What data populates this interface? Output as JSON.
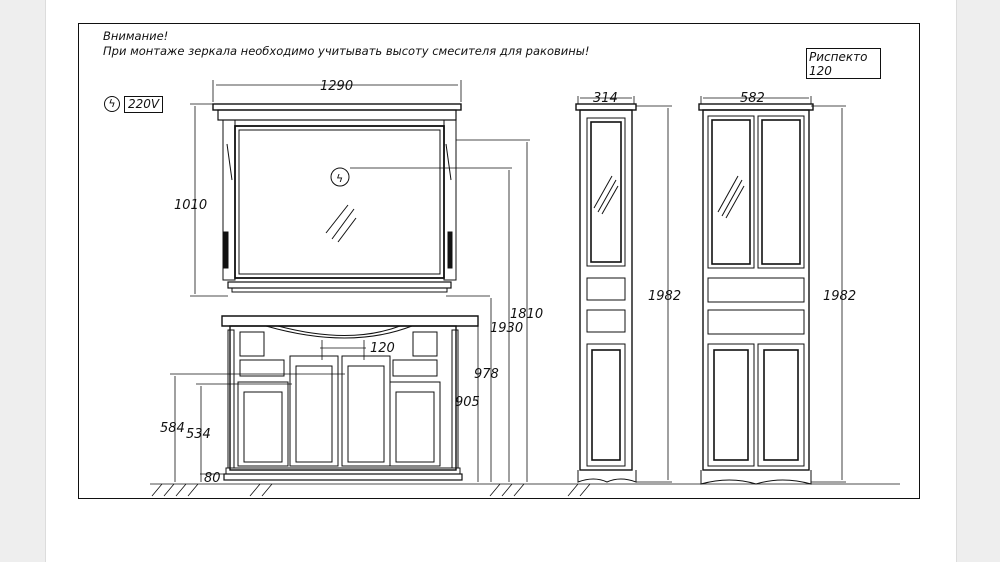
{
  "notice": {
    "line1": "Внимание!",
    "line2": "При монтаже зеркала необходимо учитывать высоту смесителя для раковины!"
  },
  "model": {
    "name": "Риспекто",
    "size": "120"
  },
  "electric": {
    "voltage": "220V",
    "icon": "plug-icon"
  },
  "dimensions": {
    "mirror_width": "1290",
    "mirror_height": "1010",
    "total_height_1": "1810",
    "total_height_2": "1930",
    "vanity_height": "978",
    "counter_height": "905",
    "height_584": "584",
    "height_534": "534",
    "plinth": "80",
    "offset": "120",
    "column_narrow_width": "314",
    "column_narrow_height": "1982",
    "column_wide_width": "582",
    "column_wide_height": "1982"
  }
}
